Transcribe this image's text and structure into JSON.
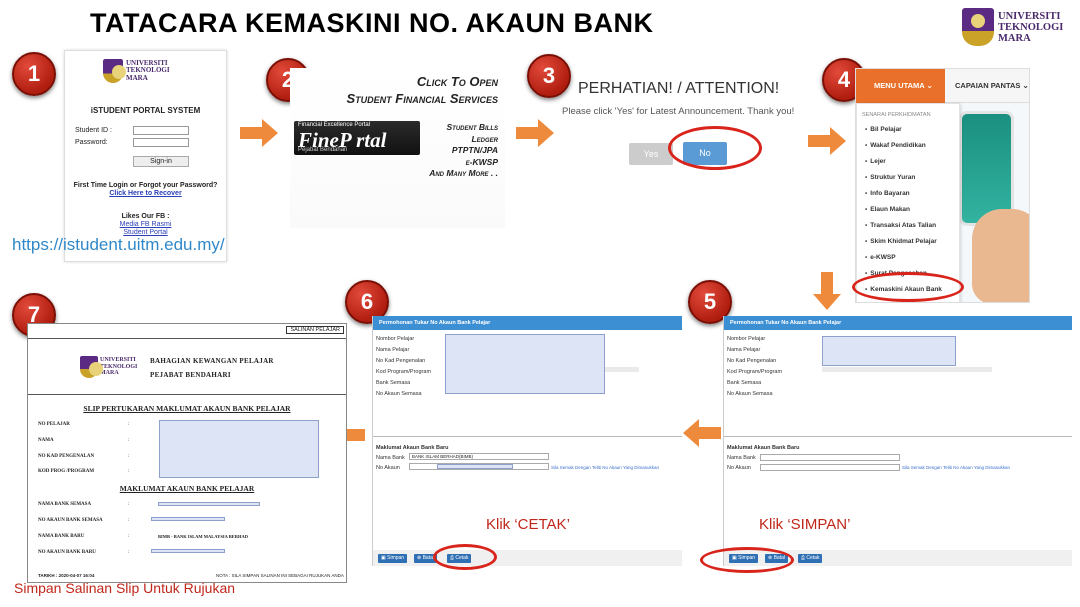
{
  "title": "TATACARA KEMASKINI NO. AKAUN BANK",
  "logo": {
    "line1": "UNIVERSITI",
    "line2": "TEKNOLOGI",
    "line3": "MARA"
  },
  "colors": {
    "step_red": "#c0271a",
    "arrow_orange": "#ee8a3c",
    "highlight_red": "#d8241a",
    "form_blue": "#3d8fd4",
    "menu_orange": "#e8702a"
  },
  "steps": [
    "1",
    "2",
    "3",
    "4",
    "5",
    "6",
    "7"
  ],
  "step1": {
    "system_title": "iSTUDENT PORTAL SYSTEM",
    "student_id_label": "Student ID :",
    "password_label": "Password:",
    "sign_in": "Sign-in",
    "first_time": "First Time Login or Forgot your Password?",
    "recover_link": "Click Here to Recover",
    "likes_fb": "Likes Our FB :",
    "fb_link1": "Media FB Rasmi",
    "fb_link2": "Student Portal",
    "url": "https://istudent.uitm.edu.my/"
  },
  "step2": {
    "heading_line1": "Click To Open",
    "heading_line2": "Student Financial Services",
    "portal_small": "Financial  Excellence Portal",
    "portal_name": "FineP rtal",
    "portal_sub": "Pejabat Bendahari",
    "services": [
      "Student Bills",
      "Ledger",
      "PTPTN/JPA",
      "e-KWSP",
      "And Many More . ."
    ]
  },
  "step3": {
    "title": "PERHATIAN! / ATTENTION!",
    "message": "Please click 'Yes' for Latest Announcement. Thank you!",
    "yes": "Yes",
    "no": "No"
  },
  "step4": {
    "menu_utama": "MENU UTAMA",
    "capaian_pantas": "CAPAIAN PANTAS",
    "dropdown_header": "SENARAI PERKHIDMATAN",
    "items": [
      "Bil Pelajar",
      "Wakaf Pendidikan",
      "Lejer",
      "Struktur Yuran",
      "Info Bayaran",
      "Elaun Makan",
      "Transaksi Atas Talian",
      "Skim Khidmat Pelajar",
      "e-KWSP",
      "Surat Pengesahan",
      "Kemaskini Akaun Bank"
    ]
  },
  "form": {
    "bar_title": "Permohonan Tukar No Akaun Bank Pelajar",
    "fields": [
      "Nombor Pelajar",
      "Nama Pelajar",
      "No Kad Pengenalan",
      "Kod Program/Program",
      "Bank Semasa",
      "No Akaun Semasa"
    ],
    "new_section": "Maklumat Akaun Bank Baru",
    "nama_bank_label": "Nama Bank",
    "no_akaun_label": "No Akaun",
    "selected_bank": "BANK ISLAM BERHAD(BIMB)",
    "note": "Sila Semak Dengan Teliti No Akaun Yang Dimasukkan",
    "btn_simpan": "Simpan",
    "btn_batal": "Batal",
    "btn_cetak": "Cetak"
  },
  "step5": {
    "klik": "Klik ‘SIMPAN’"
  },
  "step6": {
    "klik": "Klik ‘CETAK’"
  },
  "step7": {
    "tag": "SALINAN PELAJAR",
    "org1": "BAHAGIAN KEWANGAN PELAJAR",
    "org2": "PEJABAT BENDAHARI",
    "slip_title": "SLIP PERTUKARAN MAKLUMAT AKAUN BANK PELAJAR",
    "labels1": [
      "NO PELAJAR",
      "NAMA",
      "NO KAD PENGENALAN",
      "KOD PROG /PROGRAM"
    ],
    "section2": "MAKLUMAT AKAUN BANK PELAJAR",
    "labels2": [
      "NAMA BANK SEMASA",
      "NO AKAUN BANK SEMASA",
      "NAMA BANK BARU",
      "NO AKAUN BANK BARU"
    ],
    "colon": ":",
    "bank_baru_value": "BIMB - BANK ISLAM MALAYSIA BERHAD",
    "tarikh": "TARIKH : 2020-04-07 16:04",
    "nota": "NOTA : SILA SIMPAN SALINAN INI SEBAGAI RUJUKAN ANDA",
    "save_note": "Simpan Salinan Slip Untuk Rujukan"
  }
}
